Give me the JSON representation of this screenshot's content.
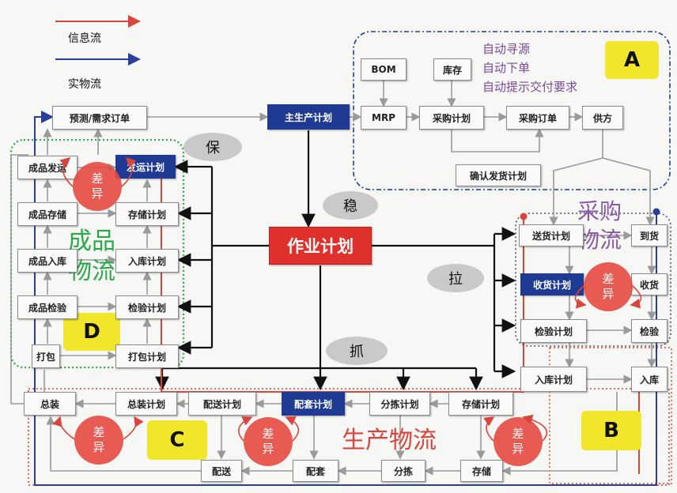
{
  "legend": {
    "info_flow": "信息流",
    "material_flow": "实物流"
  },
  "colors": {
    "info": "#d9453c",
    "material": "#2a3f9d",
    "navy": "#1f3a93",
    "red": "#e0302c",
    "yellow": "#f2e62a"
  },
  "zone_tags": {
    "a": "A",
    "b": "B",
    "c": "C",
    "d": "D"
  },
  "zone_labels": {
    "finished_goods": [
      "成品",
      "物流"
    ],
    "procurement": [
      "采购",
      "物流"
    ],
    "production": "生产物流"
  },
  "auto_notes": [
    "自动寻源",
    "自动下单",
    "自动提示交付要求"
  ],
  "bubbles": {
    "protect": "保",
    "stable": "稳",
    "pull": "拉",
    "grab": "抓"
  },
  "diff": [
    "差",
    "异"
  ],
  "boxes": {
    "forecast": "预测/需求订单",
    "mps": "主生产计划",
    "bom": "BOM",
    "inventory": "库存",
    "mrp": "MRP",
    "purchase_plan": "采购计划",
    "purchase_order": "采购订单",
    "supplier": "供方",
    "confirm_delivery": "确认发货计划",
    "fg_ship": "成品发运",
    "ship_plan": "发运计划",
    "fg_store": "成品存储",
    "store_plan": "存储计划",
    "fg_in": "成品入库",
    "in_plan": "入库计划",
    "fg_check": "成品检验",
    "check_plan": "检验计划",
    "pack": "打包",
    "pack_plan": "打包计划",
    "op_plan": "作业计划",
    "delivery_plan": "送货计划",
    "arrival": "到货",
    "receive_plan": "收货计划",
    "receive": "收货",
    "inspect_plan": "检验计划",
    "inspect": "检验",
    "warehouse_plan": "入库计划",
    "warehouse_in": "入库",
    "assembly": "总装",
    "assembly_plan": "总装计划",
    "dispatch_plan": "配送计划",
    "kitting_plan": "配套计划",
    "sorting_plan": "分拣计划",
    "storage_plan": "存储计划",
    "dispatch": "配送",
    "kitting": "配套",
    "sorting": "分拣",
    "storage": "存储"
  }
}
